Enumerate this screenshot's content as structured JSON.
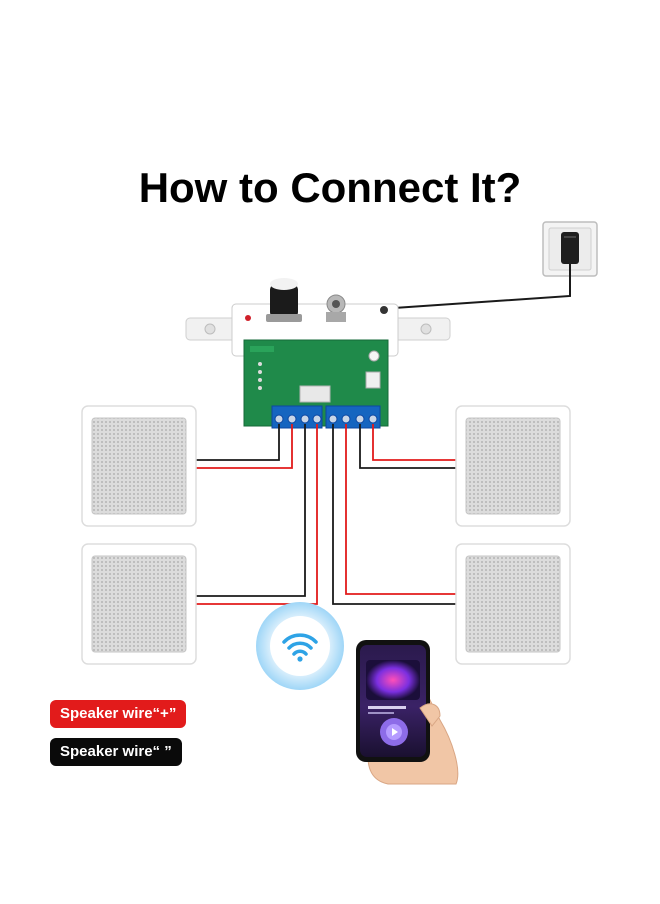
{
  "title": "How to Connect It?",
  "legend": {
    "positive_label": "Speaker wire“+”",
    "negative_label": "Speaker wire“  ”"
  },
  "colors": {
    "positive_wire": "#e21b1b",
    "negative_wire": "#1a1a1a",
    "pcb": "#1f8a4a",
    "terminal": "#1565c0",
    "wifi": "#2ea3e6"
  },
  "icons": [
    "wall-socket-icon",
    "power-adapter-icon",
    "volume-knob-icon",
    "audio-jack-icon",
    "wifi-icon",
    "smartphone-icon"
  ]
}
